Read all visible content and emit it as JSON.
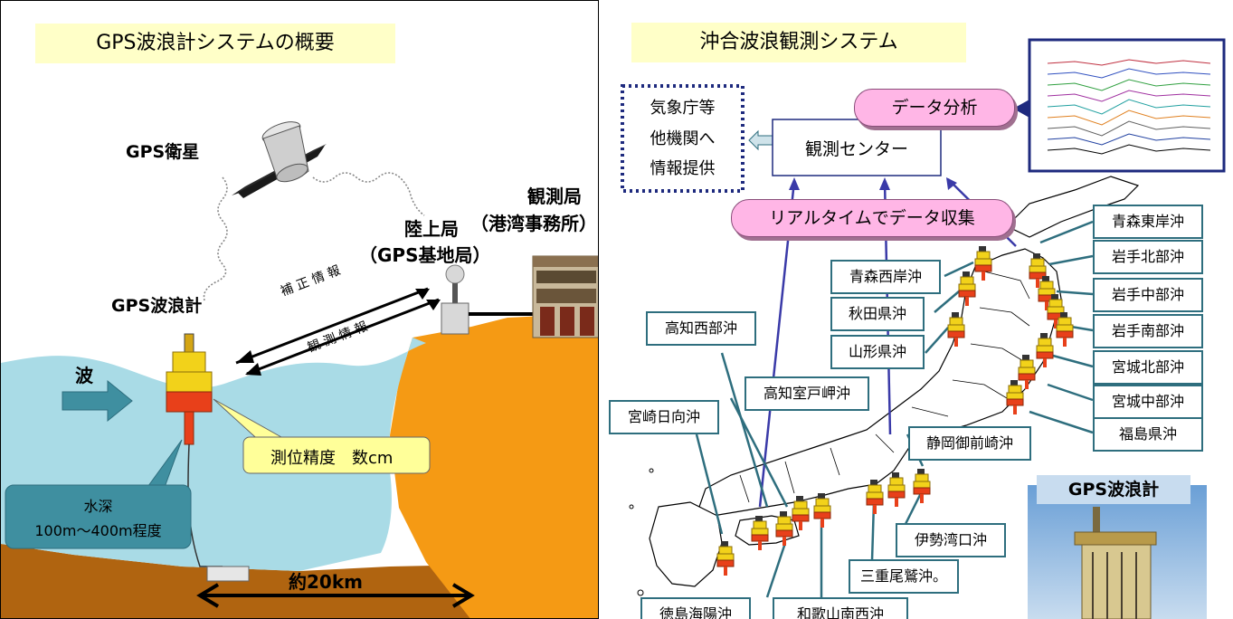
{
  "left": {
    "title": "GPS波浪計システムの概要",
    "gps_satellite": "GPS衛星",
    "land_station": "陸上局",
    "land_station_sub": "（GPS基地局）",
    "observatory": "観測局",
    "observatory_sub": "（港湾事務所）",
    "buoy_label": "GPS波浪計",
    "correction_info": "補 正 情 報",
    "observation_info": "観 測 情 報",
    "wave": "波",
    "accuracy": "測位精度　数cm",
    "depth_line1": "水深",
    "depth_line2": "100m～400m程度",
    "distance": "約20km"
  },
  "right": {
    "title": "沖合波浪観測システム",
    "jma_line1": "気象庁等",
    "jma_line2": "他機関へ",
    "jma_line3": "情報提供",
    "center": "観測センター",
    "analysis": "データ分析",
    "realtime": "リアルタイムでデータ収集",
    "photo_label": "GPS波浪計",
    "stations": {
      "aomori_east": "青森東岸沖",
      "iwate_north": "岩手北部沖",
      "iwate_central": "岩手中部沖",
      "iwate_south": "岩手南部沖",
      "miyagi_north": "宮城北部沖",
      "miyagi_central": "宮城中部沖",
      "fukushima": "福島県沖",
      "aomori_west": "青森西岸沖",
      "akita": "秋田県沖",
      "yamagata": "山形県沖",
      "kochi_west": "高知西部沖",
      "kochi_muroto": "高知室戸岬沖",
      "miyazaki": "宮崎日向沖",
      "shizuoka": "静岡御前崎沖",
      "ise": "伊勢湾口沖",
      "mie": "三重尾鷲沖。",
      "tokushima": "徳島海陽沖",
      "wakayama": "和歌山南西沖"
    }
  },
  "colors": {
    "title_bg": "#ffffc8",
    "sea": "#a9dbe6",
    "land": "#f59a14",
    "seabed": "#b06410",
    "buoy_yellow": "#f2d21a",
    "buoy_red": "#e8401a",
    "pill": "#ffb6e6",
    "dotted_box": "#1e2a7e",
    "leader": "#2e6e7e",
    "arrow_blue": "#3a3aa8"
  }
}
